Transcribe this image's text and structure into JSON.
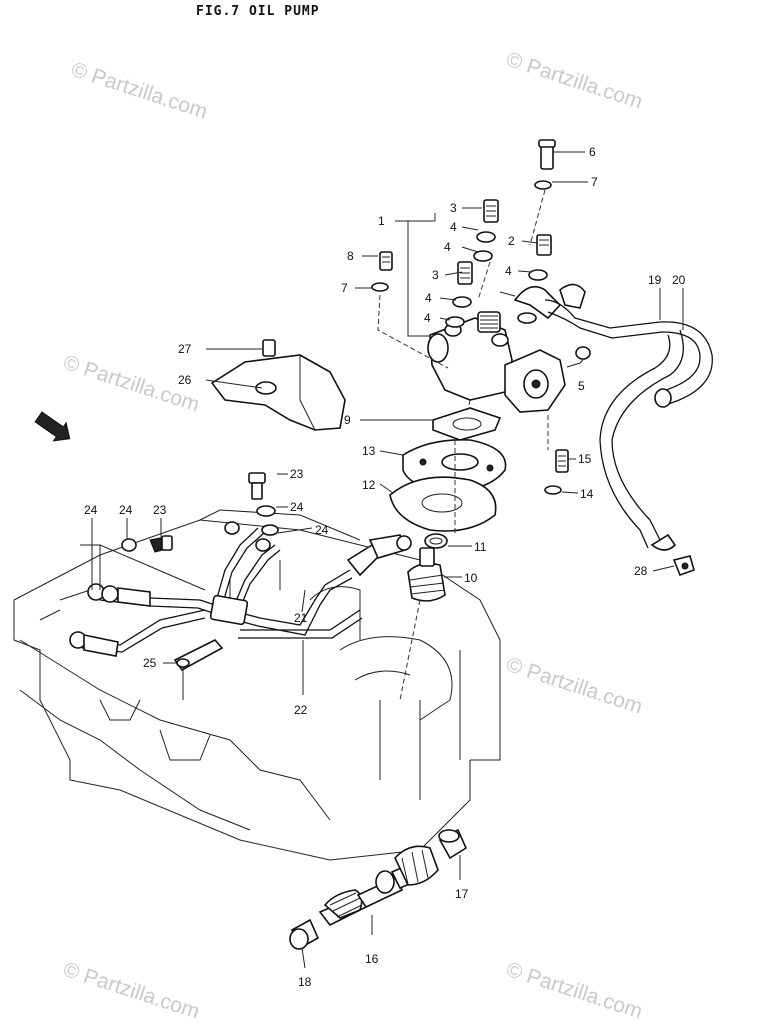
{
  "figure": {
    "title": "FIG.7  OIL PUMP"
  },
  "watermarks": [
    "© Partzilla.com",
    "© Partzilla.com",
    "© Partzilla.com",
    "© Partzilla.com",
    "© Partzilla.com",
    "© Partzilla.com"
  ],
  "callouts": {
    "n1": "1",
    "n2": "2",
    "n3a": "3",
    "n3b": "3",
    "n4a": "4",
    "n4b": "4",
    "n4c": "4",
    "n4d": "4",
    "n4e": "4",
    "n5": "5",
    "n6": "6",
    "n7a": "7",
    "n7b": "7",
    "n8": "8",
    "n9": "9",
    "n10": "10",
    "n11": "11",
    "n12": "12",
    "n13": "13",
    "n14": "14",
    "n15": "15",
    "n16": "16",
    "n17": "17",
    "n18": "18",
    "n19": "19",
    "n20": "20",
    "n21": "21",
    "n22": "22",
    "n23a": "23",
    "n23b": "23",
    "n24a": "24",
    "n24b": "24",
    "n24c": "24",
    "n24d": "24",
    "n25": "25",
    "n26": "26",
    "n27": "27",
    "n28": "28"
  },
  "icons": {
    "front_arrow": "front-direction-arrow-icon"
  }
}
